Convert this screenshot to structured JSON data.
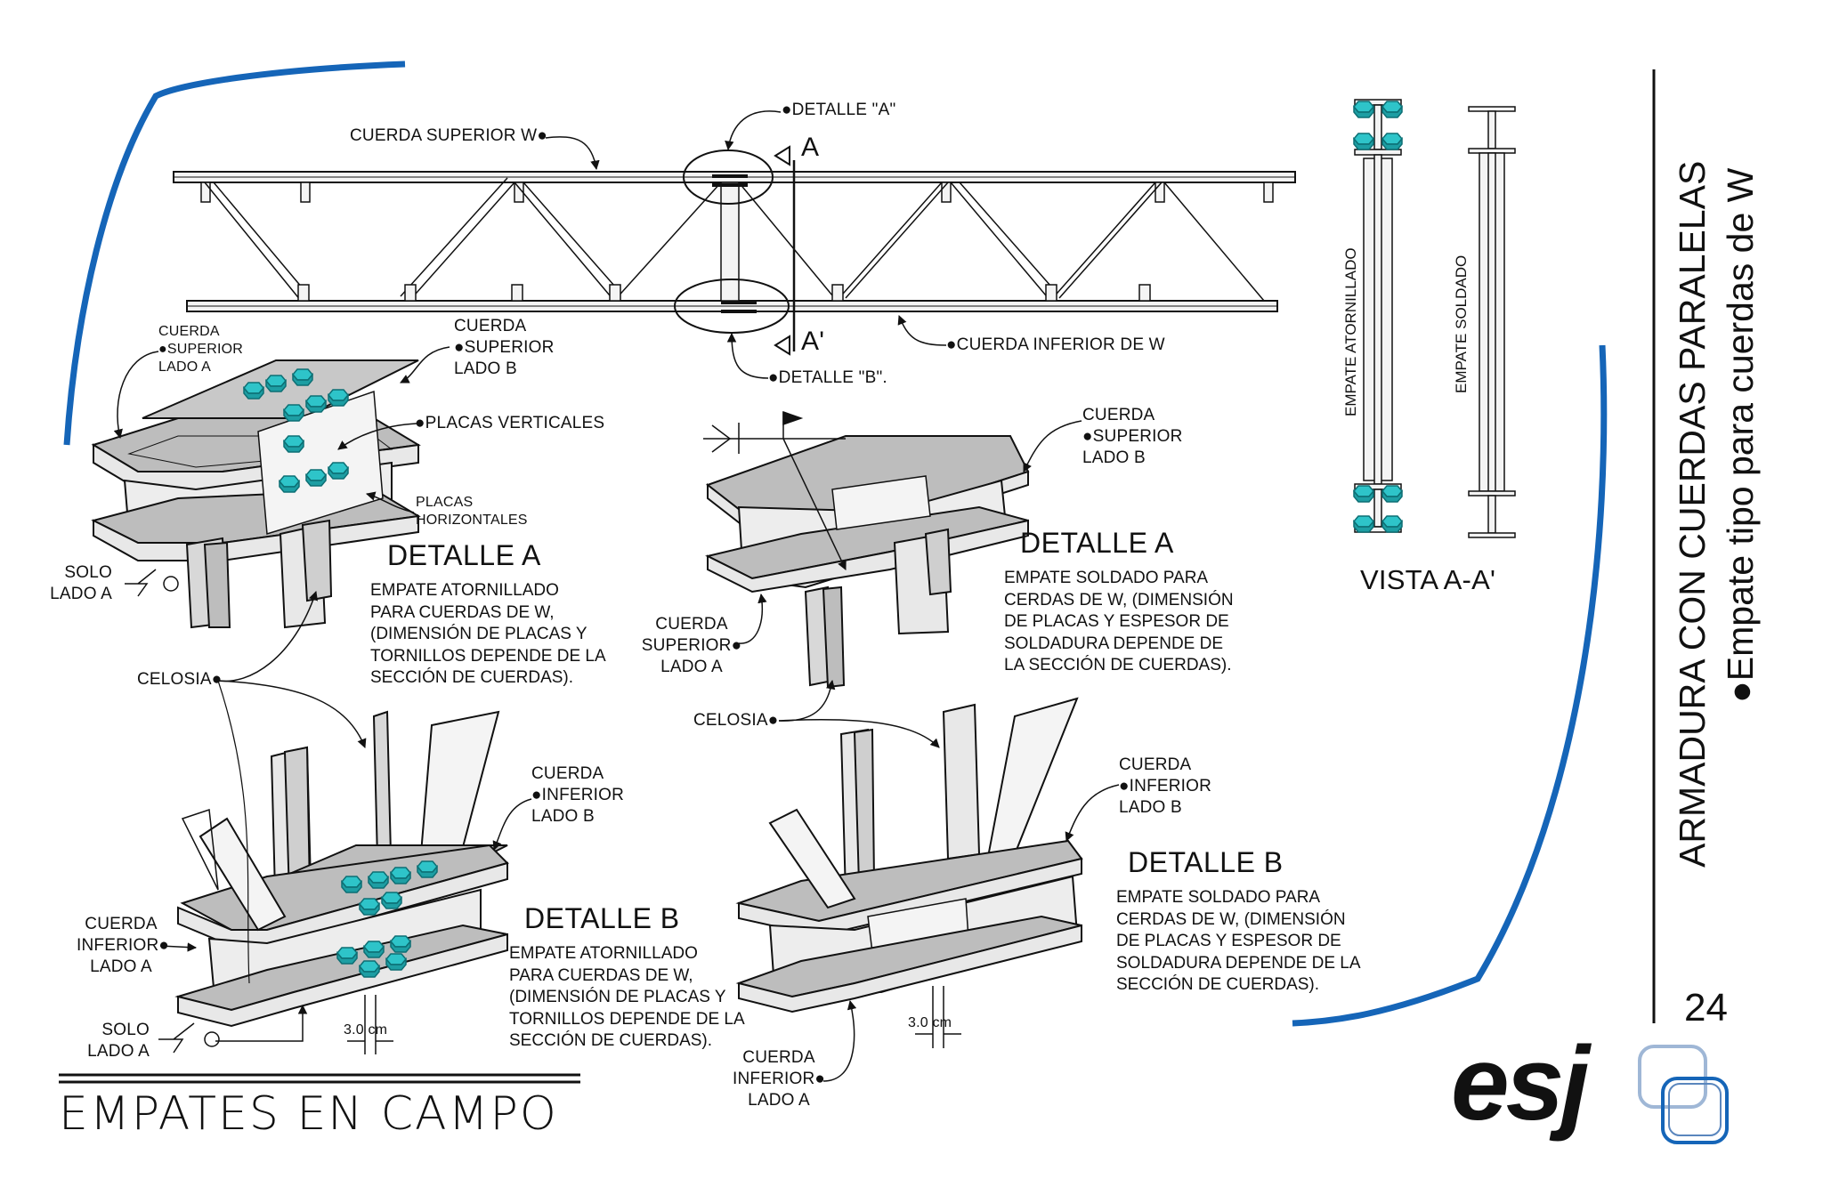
{
  "title_main": "ARMADURA CON CUERDAS PARALELAS",
  "title_sub": "●Empate tipo para cuerdas de W",
  "page_number": "24",
  "footer_title": "EMPATES EN CAMPO",
  "logo_text": "esj",
  "colors": {
    "accent_blue": "#1565b8",
    "bolt_cyan": "#2ec4c9",
    "steel_gray": "#b9b9b9",
    "steel_light": "#e9e9e9",
    "line": "#111111"
  },
  "truss": {
    "cuerda_superior": "CUERDA SUPERIOR W●",
    "cuerda_inferior": "●CUERDA INFERIOR DE W",
    "detalle_a_callout": "●DETALLE \"A\"",
    "detalle_b_callout": "●DETALLE \"B\".",
    "section_a": "A",
    "section_a_prime": "A'"
  },
  "vista": {
    "title": "VISTA A-A'",
    "empate_atornillado": "EMPATE ATORNILLADO",
    "empate_soldado": "EMPATE SOLDADO"
  },
  "detail_a_bolted": {
    "title": "DETALLE A",
    "desc": " EMPATE ATORNILLADO\nPARA CUERDAS DE W,\n(DIMENSIÓN DE PLACAS Y\nTORNILLOS DEPENDE DE LA\nSECCIÓN DE CUERDAS).",
    "cuerda_sup_a": "CUERDA\n●SUPERIOR\nLADO A",
    "cuerda_sup_b": "CUERDA\n●SUPERIOR\nLADO B",
    "placas_verticales": "●PLACAS VERTICALES",
    "placas_horizontales": "PLACAS\nHORIZONTALES",
    "solo_lado_a": "SOLO\nLADO A",
    "celosia": "CELOSIA●"
  },
  "detail_a_welded": {
    "title": "DETALLE A",
    "desc": "EMPATE SOLDADO PARA\nCERDAS DE W, (DIMENSIÓN\nDE PLACAS Y ESPESOR DE\nSOLDADURA DEPENDE DE\nLA SECCIÓN DE CUERDAS).",
    "cuerda_sup_b": "CUERDA\n●SUPERIOR\nLADO B",
    "cuerda_sup_a": "CUERDA\nSUPERIOR●\nLADO A",
    "celosia": "CELOSIA●"
  },
  "detail_b_bolted": {
    "title": "DETALLE B",
    "desc": " EMPATE ATORNILLADO\nPARA CUERDAS DE W,\n(DIMENSIÓN DE PLACAS Y\nTORNILLOS DEPENDE DE LA\nSECCIÓN DE CUERDAS).",
    "cuerda_inf_b": "CUERDA\n●INFERIOR\nLADO B",
    "cuerda_inf_a": "CUERDA\nINFERIOR●\nLADO A",
    "solo_lado_a": "SOLO\nLADO A",
    "dim": "3.0 cm"
  },
  "detail_b_welded": {
    "title": "DETALLE B",
    "desc": "EMPATE SOLDADO PARA\nCERDAS DE W, (DIMENSIÓN\nDE PLACAS Y ESPESOR DE\nSOLDADURA DEPENDE DE LA\nSECCIÓN DE CUERDAS).",
    "cuerda_inf_b": "CUERDA\n●INFERIOR\nLADO B",
    "cuerda_inf_a": "CUERDA\nINFERIOR●\nLADO A",
    "dim": "3.0 cm"
  }
}
